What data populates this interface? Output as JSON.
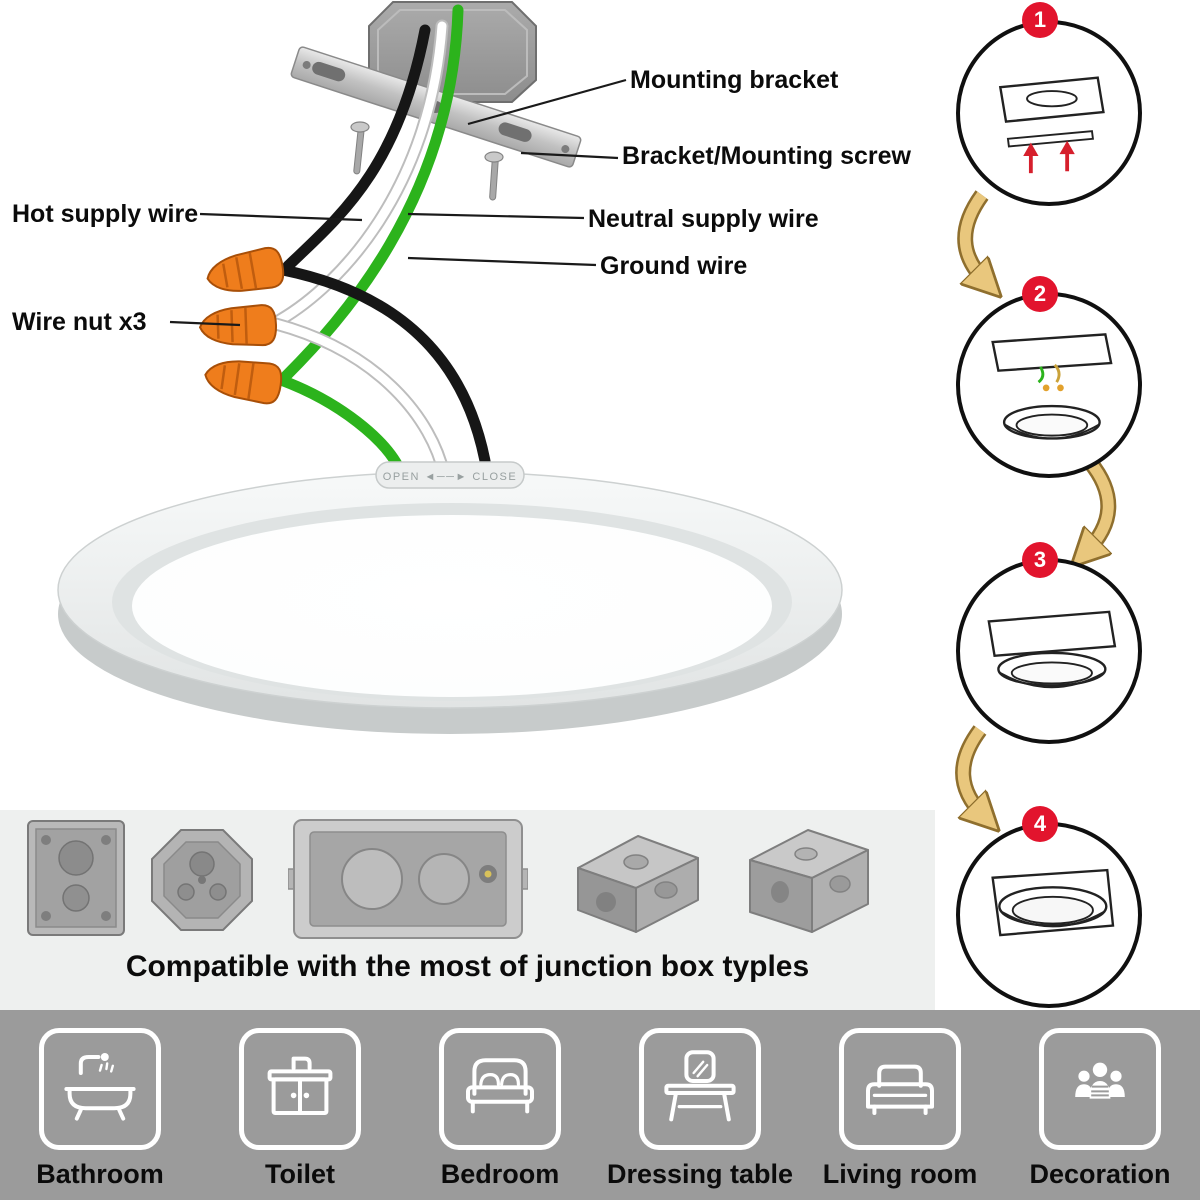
{
  "diagram": {
    "mounting_bracket": "Mounting bracket",
    "bracket_screw": "Bracket/Mounting screw",
    "hot_wire": "Hot supply wire",
    "neutral_wire": "Neutral supply wire",
    "ground_wire": "Ground wire",
    "wire_nut": "Wire nut x3",
    "fixture_tab": "OPEN ◄──► CLOSE"
  },
  "steps": [
    {
      "number": "1"
    },
    {
      "number": "2"
    },
    {
      "number": "3"
    },
    {
      "number": "4"
    }
  ],
  "compatibility": {
    "caption": "Compatible with the most of junction box typles"
  },
  "rooms": [
    {
      "label": "Bathroom",
      "icon": "bathtub-icon"
    },
    {
      "label": "Toilet",
      "icon": "sink-icon"
    },
    {
      "label": "Bedroom",
      "icon": "bed-icon"
    },
    {
      "label": "Dressing table",
      "icon": "dressing-table-icon"
    },
    {
      "label": "Living room",
      "icon": "sofa-icon"
    },
    {
      "label": "Decoration",
      "icon": "people-icon"
    }
  ],
  "colors": {
    "badge_red": "#e2142d",
    "wire_hot": "#161616",
    "wire_neutral": "#ffffff",
    "wire_ground": "#2cb31c",
    "wire_nut_orange": "#ef7d1c",
    "arrow_tan": "#e9c77d",
    "rooms_band_bg": "#9b9b9b",
    "compat_band_bg": "#eef0ef"
  }
}
